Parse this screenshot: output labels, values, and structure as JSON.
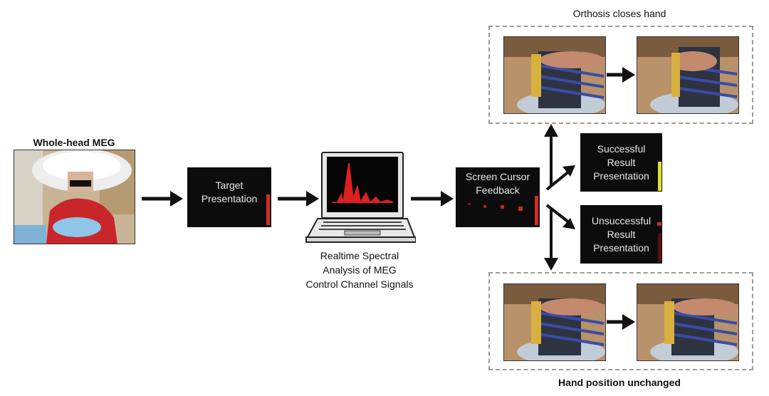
{
  "labels": {
    "meg": "Whole-head MEG",
    "analysis": [
      "Realtime Spectral",
      "Analysis of MEG",
      "Control Channel Signals"
    ],
    "orthosis": "Orthosis closes hand",
    "unchanged": "Hand position unchanged"
  },
  "boxes": {
    "target": [
      "Target",
      "Presentation"
    ],
    "cursor": [
      "Screen Cursor",
      "Feedback"
    ],
    "success": [
      "Successful",
      "Result",
      "Presentation"
    ],
    "fail": [
      "Unsuccessful",
      "Result",
      "Presentation"
    ]
  },
  "colors": {
    "box_bg": "#0c0c0c",
    "box_text": "#e8e8e8",
    "red_bar": "#d42a2a",
    "yellow_bar": "#e3e030",
    "spectrum": "#e02020",
    "arrow": "#111111",
    "dash": "#9a9a9a"
  }
}
